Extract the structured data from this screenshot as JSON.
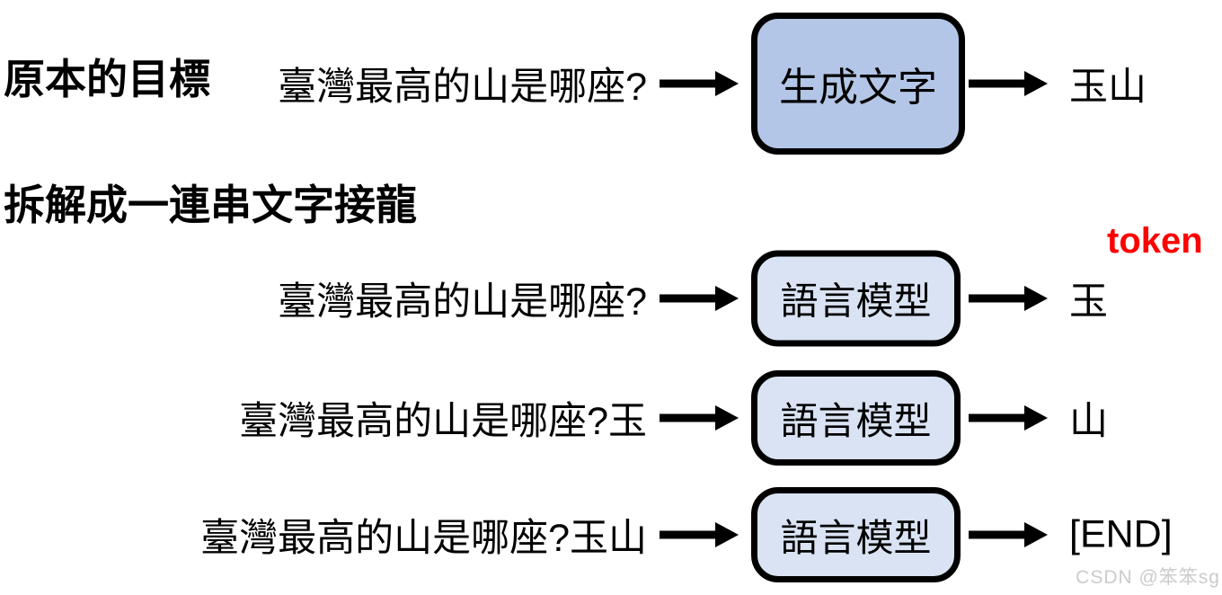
{
  "headings": {
    "original_goal": "原本的目標",
    "decompose": "拆解成一連串文字接龍"
  },
  "token_annotation": {
    "label": "token",
    "color": "#ff0000"
  },
  "flow_rows": [
    {
      "input": "臺灣最高的山是哪座?",
      "box_label": "生成文字",
      "output": "玉山",
      "box_fill": "#b4c6e7"
    },
    {
      "input": "臺灣最高的山是哪座?",
      "box_label": "語言模型",
      "output": "玉",
      "box_fill": "#dae3f3"
    },
    {
      "input": "臺灣最高的山是哪座?玉",
      "box_label": "語言模型",
      "output": "山",
      "box_fill": "#dae3f3"
    },
    {
      "input": "臺灣最高的山是哪座?玉山",
      "box_label": "語言模型",
      "output": "[END]",
      "box_fill": "#dae3f3"
    }
  ],
  "colors": {
    "arrow": "#000000",
    "box_border": "#000000",
    "text": "#000000"
  },
  "watermark": {
    "text": "CSDN @笨笨sg",
    "color": "#cbcbcb"
  }
}
